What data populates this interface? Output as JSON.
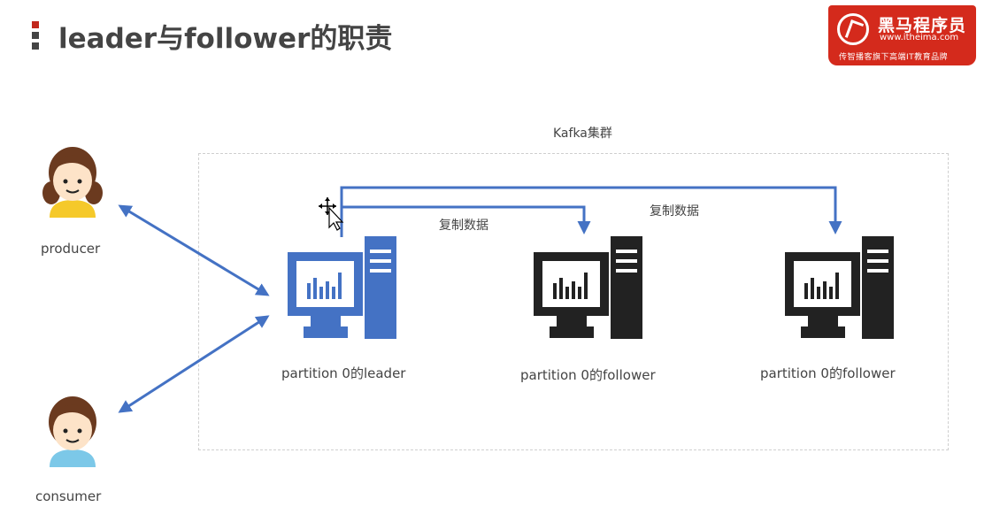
{
  "slide": {
    "title": "leader与follower的职责"
  },
  "logo": {
    "brand": "黑马程序员",
    "url": "www.itheima.com",
    "slogan": "传智播客旗下高端IT教育品牌"
  },
  "diagram": {
    "cluster_label": "Kafka集群",
    "copy_label_1": "复制数据",
    "copy_label_2": "复制数据",
    "producer_label": "producer",
    "consumer_label": "consumer",
    "leader_label": "partition 0的leader",
    "follower_label_1": "partition 0的follower",
    "follower_label_2": "partition 0的follower"
  },
  "colors": {
    "accent_blue": "#4472c4",
    "brand_red": "#d42a1c",
    "server_dark": "#222222"
  }
}
